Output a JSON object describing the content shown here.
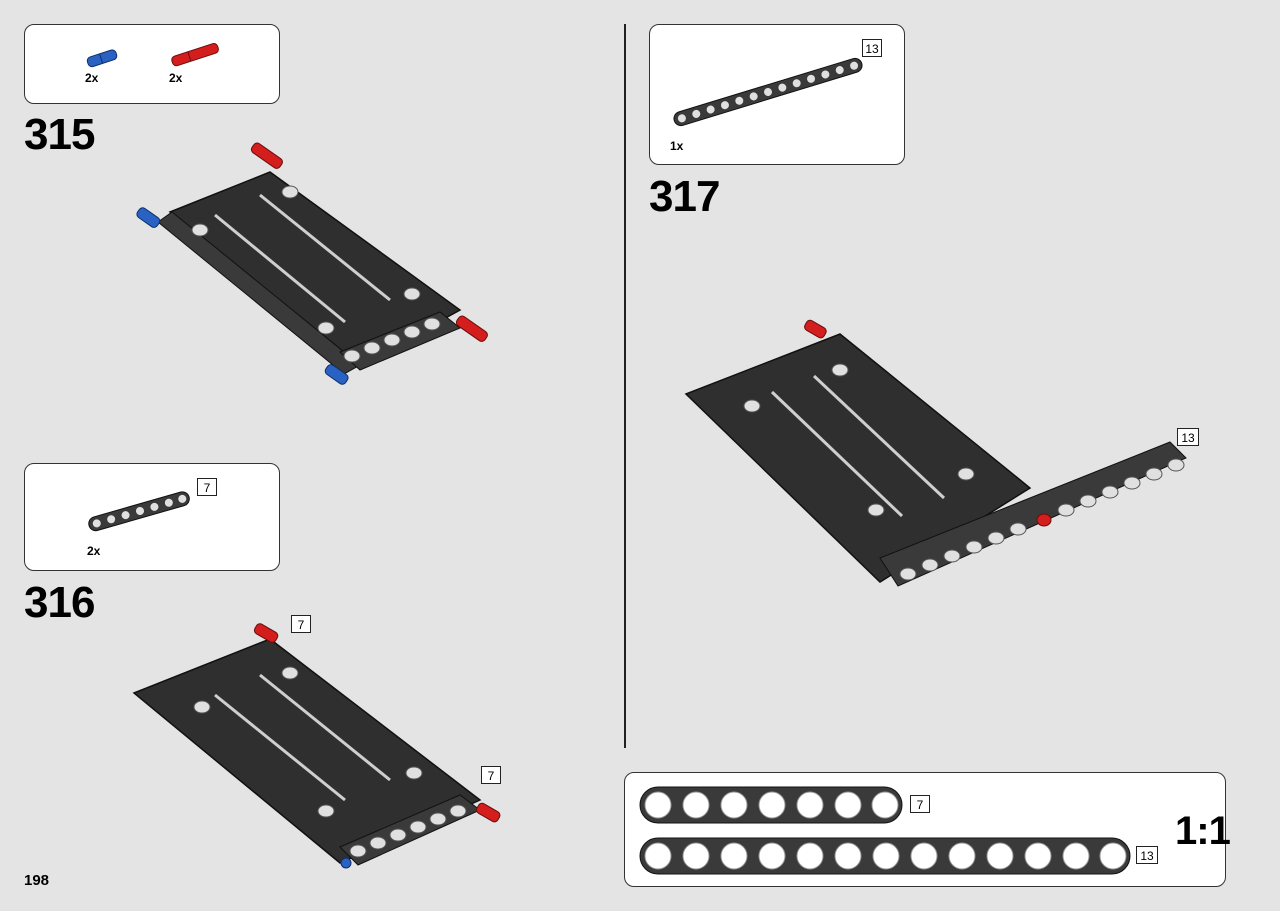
{
  "page_number": "198",
  "steps": [
    {
      "number": "315",
      "parts": [
        {
          "qty": "2x",
          "name": "blue-axle-pin"
        },
        {
          "qty": "2x",
          "name": "red-axle-pin"
        }
      ]
    },
    {
      "number": "316",
      "parts": [
        {
          "qty": "2x",
          "length": "7"
        }
      ],
      "callouts": [
        "7",
        "7"
      ]
    },
    {
      "number": "317",
      "parts": [
        {
          "qty": "1x",
          "length": "13"
        }
      ],
      "callouts": [
        "13"
      ]
    }
  ],
  "ruler": {
    "scale": "1:1",
    "beams": [
      "7",
      "13"
    ]
  },
  "colors": {
    "beam": "#3a3a3a",
    "pin_blue": "#2a62c4",
    "pin_red": "#d41d1d",
    "background": "#e4e4e4"
  }
}
